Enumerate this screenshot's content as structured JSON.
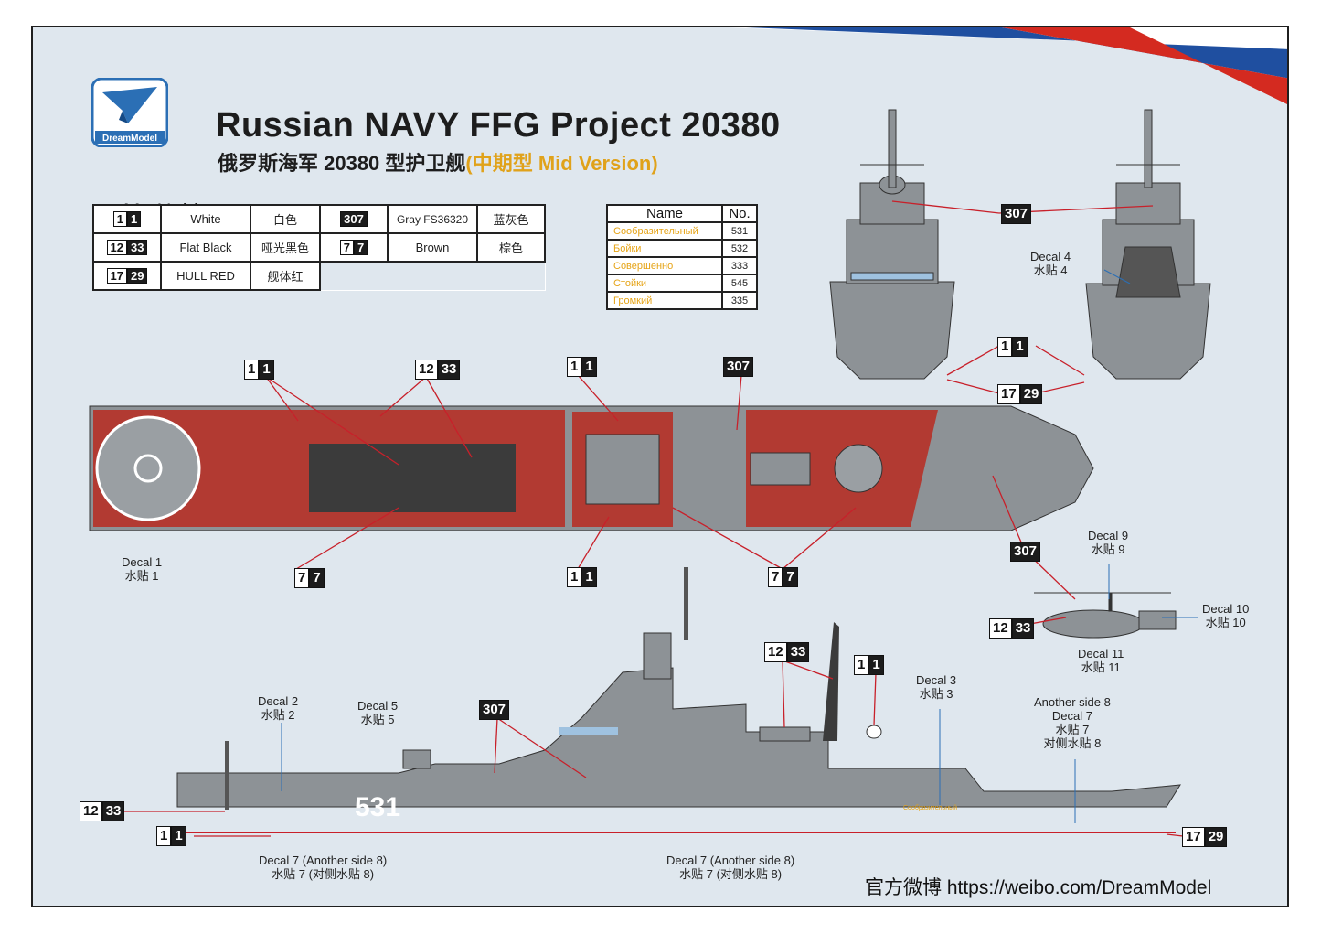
{
  "brand": {
    "name": "DreamModel"
  },
  "title": {
    "en": "Russian NAVY FFG Project 20380",
    "cn": "俄罗斯海军 20380 型护卫舰",
    "version": "(中期型 Mid Version)"
  },
  "paint_brand": "Mr. Hobby",
  "paints": [
    {
      "code_a": "1",
      "code_b": "1",
      "name": "White",
      "cn": "白色"
    },
    {
      "code_a": "12",
      "code_b": "33",
      "name": "Flat Black",
      "cn": "哑光黑色"
    },
    {
      "code_a": "17",
      "code_b": "29",
      "name": "HULL RED",
      "cn": "舰体红"
    },
    {
      "code_a": "",
      "code_b": "307",
      "name": "Gray FS36320",
      "cn": "蓝灰色"
    },
    {
      "code_a": "7",
      "code_b": "7",
      "name": "Brown",
      "cn": "棕色"
    }
  ],
  "names_table": {
    "header_name": "Name",
    "header_no": "No.",
    "rows": [
      {
        "name": "Сообразительный",
        "no": "531"
      },
      {
        "name": "Бойки",
        "no": "532"
      },
      {
        "name": "Совершенно",
        "no": "333"
      },
      {
        "name": "Стойки",
        "no": "545"
      },
      {
        "name": "Громкий",
        "no": "335"
      }
    ]
  },
  "decals": {
    "d1": {
      "en": "Decal 1",
      "cn": "水贴 1"
    },
    "d2": {
      "en": "Decal 2",
      "cn": "水贴 2"
    },
    "d3": {
      "en": "Decal 3",
      "cn": "水贴 3"
    },
    "d4": {
      "en": "Decal 4",
      "cn": "水贴 4"
    },
    "d5": {
      "en": "Decal 5",
      "cn": "水贴 5"
    },
    "d7a": {
      "en": "Decal 7 (Another side 8)",
      "cn": "水贴 7 (对侧水贴 8)"
    },
    "d7b": {
      "en": "Decal 7 (Another side 8)",
      "cn": "水贴 7 (对侧水贴 8)"
    },
    "d7c": {
      "l1": "Another side 8",
      "l2": "Decal 7",
      "l3": "水贴 7",
      "l4": "对侧水贴 8"
    },
    "d9": {
      "en": "Decal 9",
      "cn": "水贴 9"
    },
    "d10": {
      "en": "Decal 10",
      "cn": "水贴 10"
    },
    "d11": {
      "en": "Decal 11",
      "cn": "水贴 11"
    }
  },
  "hull_number": "531",
  "hull_name": "Сообразительный",
  "weibo": "官方微博  https://weibo.com/DreamModel",
  "colors": {
    "deck_red": "#b23a32",
    "hull_gray": "#8d9296",
    "leader_red": "#c8202a",
    "flag_blue": "#1f4fa0",
    "flag_red": "#d42a20"
  }
}
